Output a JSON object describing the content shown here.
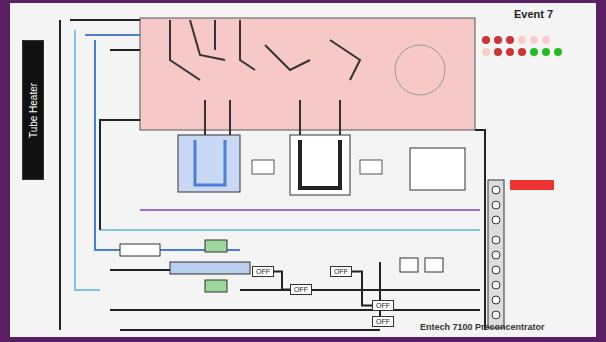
{
  "diagram": {
    "nodes": [
      {
        "text": [
          "Tube Heater"
        ]
      },
      {
        "text": [
          "OFF"
        ]
      },
      {
        "text": [
          "OFF"
        ]
      },
      {
        "text": [
          "OFF"
        ]
      },
      {
        "text": [
          "OFF"
        ]
      },
      {
        "text": [
          "OFF"
        ]
      }
    ],
    "edges": [
      {
        "from": 1,
        "to": 2,
        "arrow": "none"
      },
      {
        "from": 3,
        "to": 4,
        "arrow": "none"
      }
    ],
    "labels": [
      "Event 7",
      "Entech 7100 Preconcentrator"
    ]
  }
}
